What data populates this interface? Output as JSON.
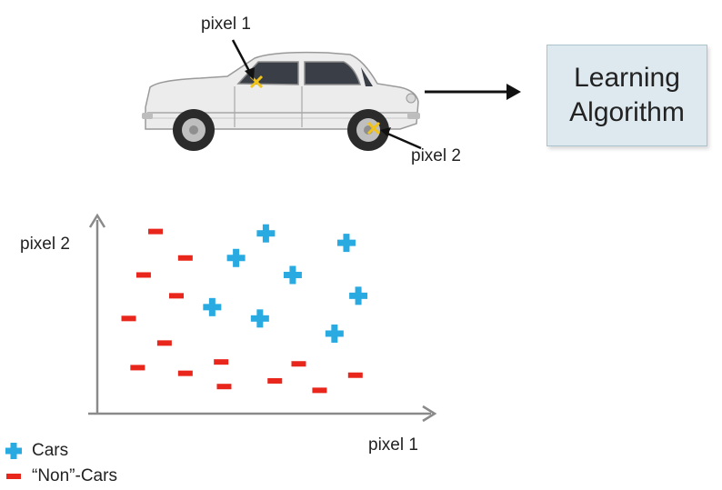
{
  "callouts": {
    "pixel1": "pixel 1",
    "pixel2": "pixel 2"
  },
  "algorithm_box": {
    "line1": "Learning",
    "line2": "Algorithm"
  },
  "colors": {
    "cars": "#29abe2",
    "non_cars": "#e8261c",
    "axis": "#8a8a8a",
    "box_fill": "#dde9ef",
    "car_body": "#e9e9e9",
    "marker_x": "#f2c318"
  },
  "legend": {
    "cars_label": "Cars",
    "non_cars_label": "“Non”-Cars"
  },
  "chart_data": {
    "type": "scatter",
    "xlabel": "pixel 1",
    "ylabel": "pixel 2",
    "xlim": [
      0,
      100
    ],
    "ylim": [
      0,
      100
    ],
    "series": [
      {
        "name": "Cars",
        "marker": "plus",
        "points": [
          [
            55,
            91
          ],
          [
            82,
            86
          ],
          [
            45,
            78
          ],
          [
            64,
            69
          ],
          [
            86,
            58
          ],
          [
            37,
            52
          ],
          [
            53,
            46
          ],
          [
            78,
            38
          ]
        ]
      },
      {
        "name": "“Non”-Cars",
        "marker": "minus",
        "points": [
          [
            18,
            92
          ],
          [
            28,
            78
          ],
          [
            14,
            69
          ],
          [
            25,
            58
          ],
          [
            9,
            46
          ],
          [
            21,
            33
          ],
          [
            12,
            20
          ],
          [
            28,
            17
          ],
          [
            40,
            23
          ],
          [
            58,
            13
          ],
          [
            66,
            22
          ],
          [
            85,
            16
          ],
          [
            41,
            10
          ],
          [
            73,
            8
          ]
        ]
      }
    ]
  }
}
